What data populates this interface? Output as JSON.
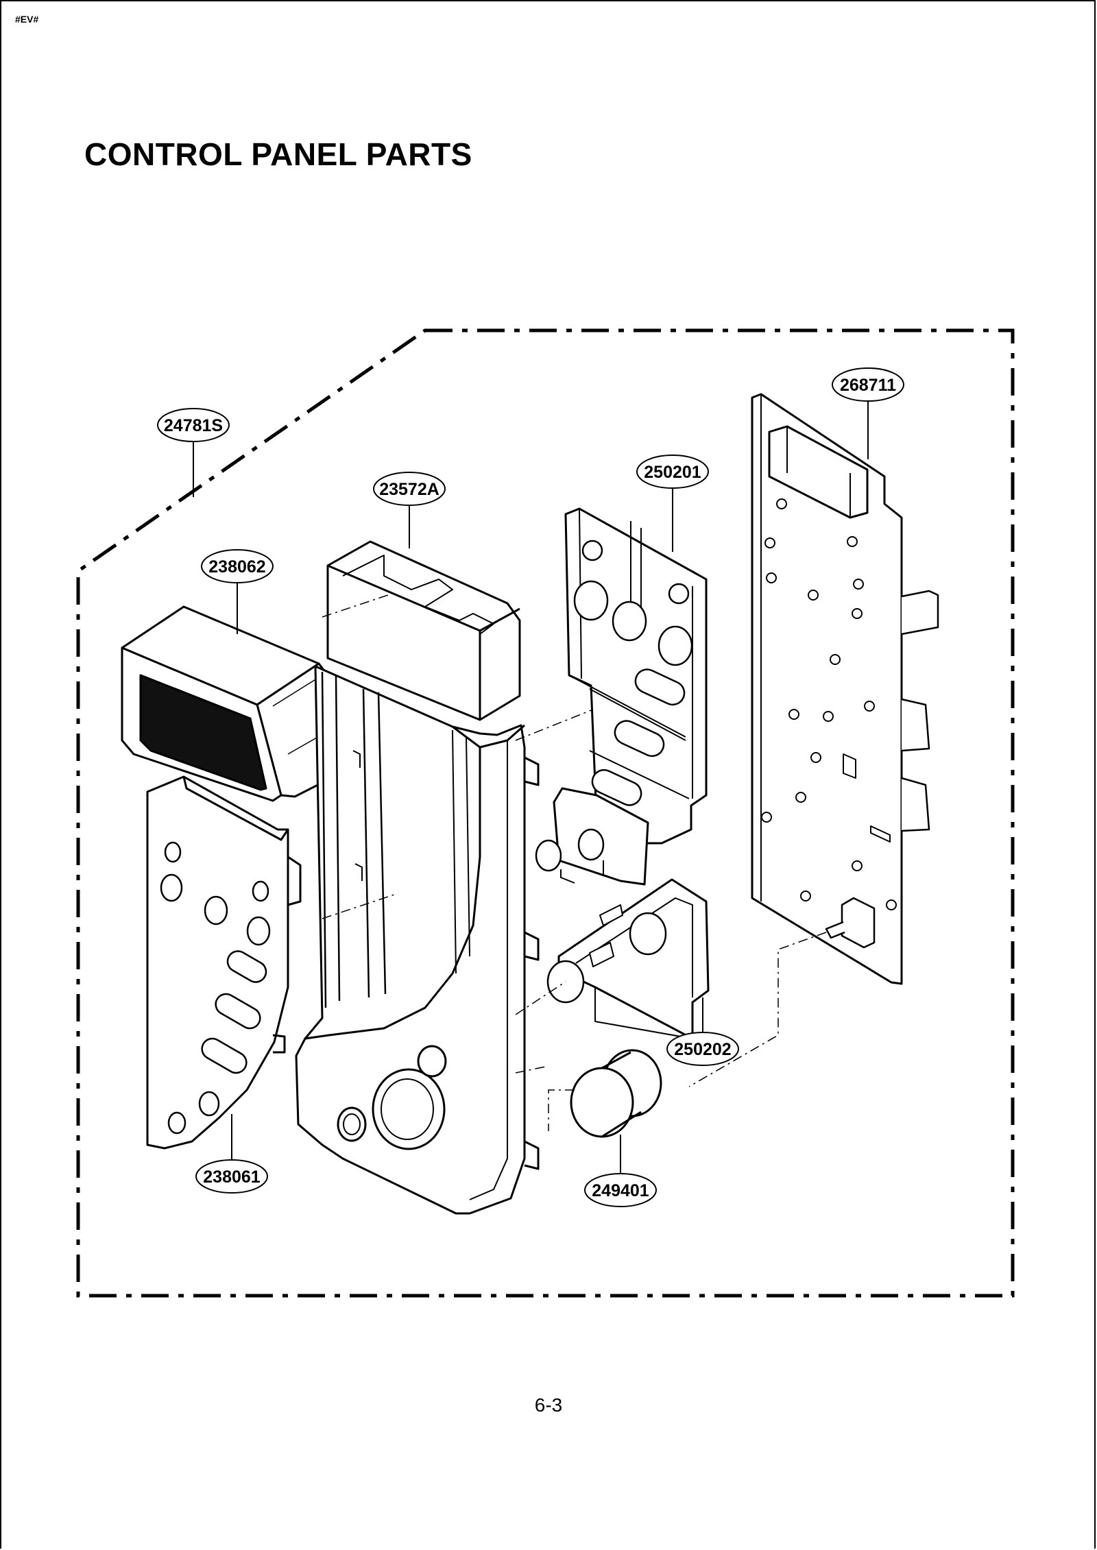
{
  "header": {
    "code": "#EV#",
    "title": "CONTROL PANEL PARTS"
  },
  "parts": [
    {
      "id": "24781S"
    },
    {
      "id": "23572A"
    },
    {
      "id": "238062"
    },
    {
      "id": "250201"
    },
    {
      "id": "268711"
    },
    {
      "id": "250202"
    },
    {
      "id": "238061"
    },
    {
      "id": "249401"
    }
  ],
  "footer": {
    "page_number": "6-3"
  }
}
